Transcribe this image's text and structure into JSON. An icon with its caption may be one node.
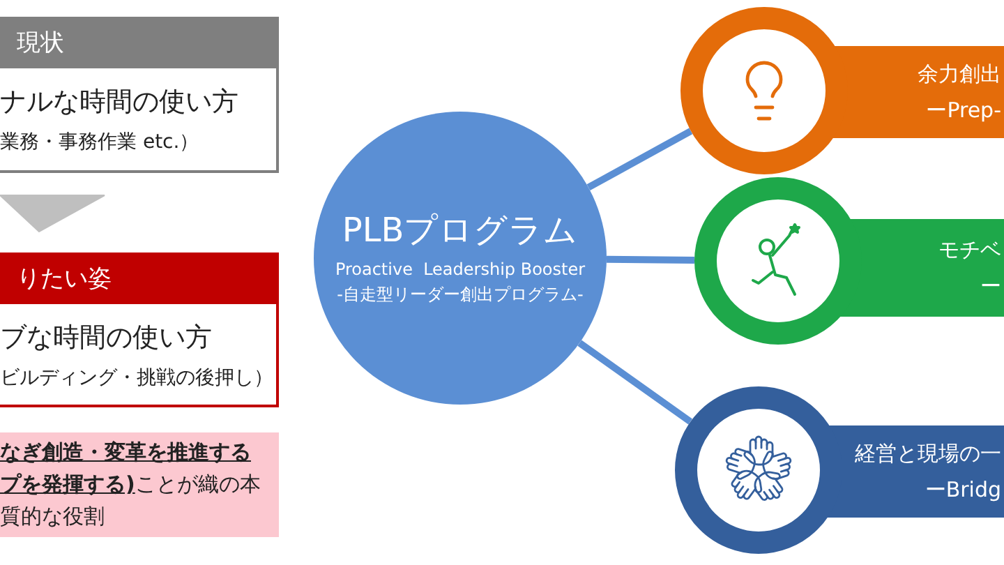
{
  "diagram": {
    "nodes": [
      {
        "text": [
          "現状",
          "ナルな時間の使い方",
          "業務・事務作業 etc.）"
        ]
      },
      {
        "text": [
          "りたい姿",
          "ブな時間の使い方",
          "ビルディング・挑戦の後押し）"
        ]
      },
      {
        "text": [
          "**なぎ創造・変革を推進するプを発揮する)**ことが織の本質的な役割"
        ]
      },
      {
        "text": [
          "PLBプログラム",
          "Proactive  Leadership Booster",
          "-自走型リーダー創出プログラム-"
        ]
      },
      {
        "text": [
          "余力創出",
          "ーPrep-"
        ]
      },
      {
        "text": [
          "モチベ",
          "ー"
        ]
      },
      {
        "text": [
          "経営と現場の一",
          "ーBridg"
        ]
      }
    ],
    "edges": [
      {
        "from": 0,
        "to": 1,
        "arrow": "to"
      },
      {
        "from": 3,
        "to": 4,
        "arrow": "none"
      },
      {
        "from": 3,
        "to": 5,
        "arrow": "none"
      },
      {
        "from": 3,
        "to": 6,
        "arrow": "none"
      }
    ]
  }
}
